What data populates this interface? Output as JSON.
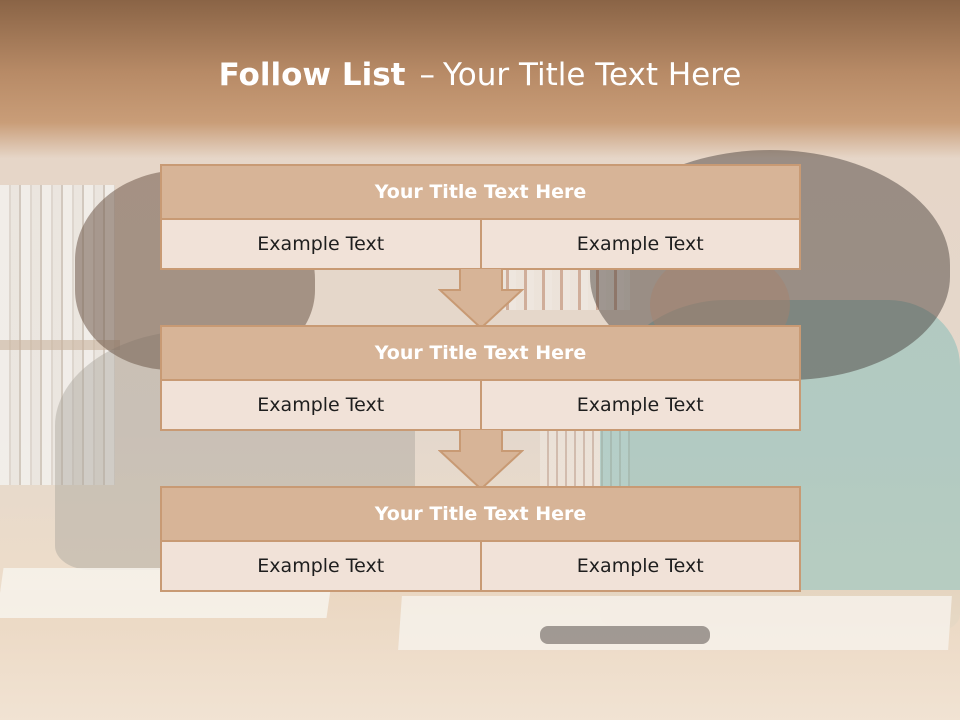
{
  "slide": {
    "title_bold": "Follow List",
    "title_dash": "–",
    "title_rest": "Your Title Text Here"
  },
  "steps": [
    {
      "header": "Your Title Text Here",
      "left": "Example Text",
      "right": "Example Text"
    },
    {
      "header": "Your Title Text Here",
      "left": "Example Text",
      "right": "Example Text"
    },
    {
      "header": "Your Title Text Here",
      "left": "Example Text",
      "right": "Example Text"
    }
  ],
  "icons": [
    "down-arrow-icon",
    "down-arrow-icon"
  ],
  "colors": {
    "header_fill": "#d7b497",
    "cell_fill": "#f1e2d8",
    "border": "#c89a74",
    "arrow_fill": "#d7b497",
    "title_text": "#ffffff"
  }
}
